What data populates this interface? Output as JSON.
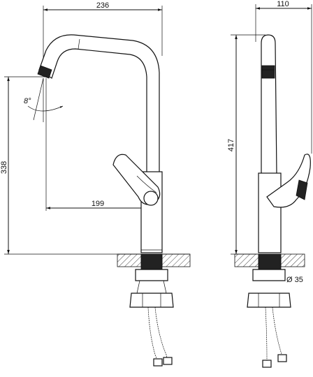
{
  "dimensions": {
    "width_front": "236",
    "width_side": "110",
    "height_spout": "338",
    "height_total": "417",
    "reach": "199",
    "diameter": "Ø 35",
    "angle": "8°"
  }
}
